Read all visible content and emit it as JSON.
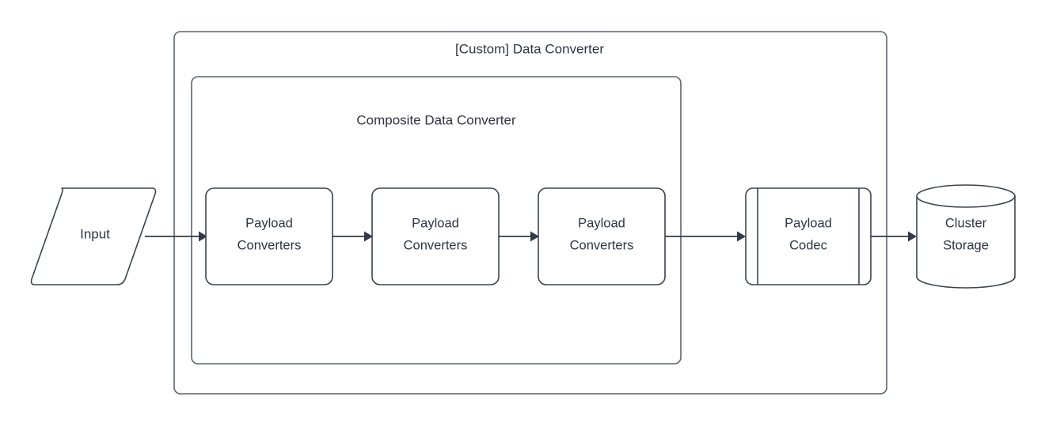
{
  "diagram": {
    "title": "[Custom] Data Converter",
    "inner_title": "Composite Data Converter",
    "nodes": {
      "input": {
        "label": "Input",
        "shape": "parallelogram"
      },
      "converter_1": {
        "line1": "Payload",
        "line2": "Converters",
        "shape": "rounded-rect"
      },
      "converter_2": {
        "line1": "Payload",
        "line2": "Converters",
        "shape": "rounded-rect"
      },
      "converter_3": {
        "line1": "Payload",
        "line2": "Converters",
        "shape": "rounded-rect"
      },
      "payload_codec": {
        "line1": "Payload",
        "line2": "Codec",
        "shape": "process"
      },
      "cluster_storage": {
        "line1": "Cluster",
        "line2": "Storage",
        "shape": "cylinder"
      }
    },
    "edges": [
      {
        "from": "input",
        "to": "converter_1"
      },
      {
        "from": "converter_1",
        "to": "converter_2"
      },
      {
        "from": "converter_2",
        "to": "converter_3"
      },
      {
        "from": "converter_3",
        "to": "payload_codec"
      },
      {
        "from": "payload_codec",
        "to": "cluster_storage"
      }
    ],
    "colors": {
      "stroke": "#3b4350",
      "container_stroke": "#5a6472",
      "connector": "#32394a",
      "text": "#2e3543",
      "background": "#ffffff"
    }
  }
}
